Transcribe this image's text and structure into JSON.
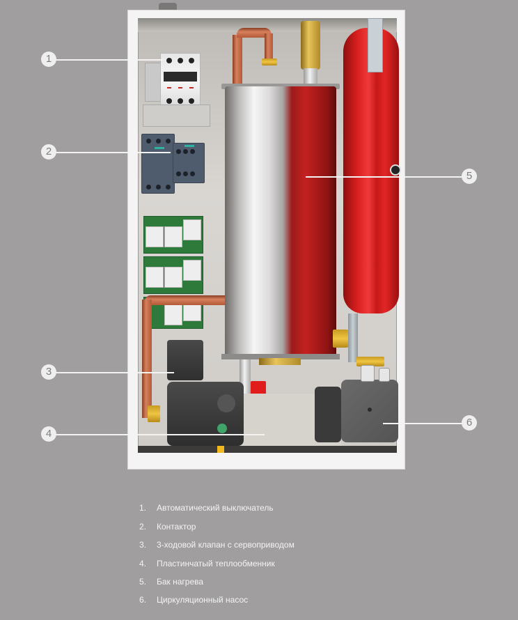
{
  "diagram": {
    "subject": "Electric boiler internal components",
    "colors": {
      "background": "#a09e9f",
      "callout": "#f0efef",
      "callout_text": "#7d7c7c",
      "legend_text": "#f4f4f4",
      "expansion_vessel": "#d91f1f",
      "copper_pipe": "#c0643f",
      "contactor": "#4f5c6e",
      "relay_board": "#2d7a3b"
    }
  },
  "callouts": [
    {
      "number": "1",
      "target": "circuit-breaker"
    },
    {
      "number": "2",
      "target": "contactor"
    },
    {
      "number": "3",
      "target": "three-way-valve"
    },
    {
      "number": "4",
      "target": "plate-heat-exchanger"
    },
    {
      "number": "5",
      "target": "heating-tank"
    },
    {
      "number": "6",
      "target": "circulation-pump"
    }
  ],
  "legend": [
    {
      "number": "1.",
      "label": "Автоматический выключатель"
    },
    {
      "number": "2.",
      "label": "Контактор"
    },
    {
      "number": "3.",
      "label": "3-ходовой клапан с сервоприводом"
    },
    {
      "number": "4.",
      "label": "Пластинчатый теплообменник"
    },
    {
      "number": "5.",
      "label": "Бак нагрева"
    },
    {
      "number": "6.",
      "label": "Циркуляционный насос"
    }
  ]
}
